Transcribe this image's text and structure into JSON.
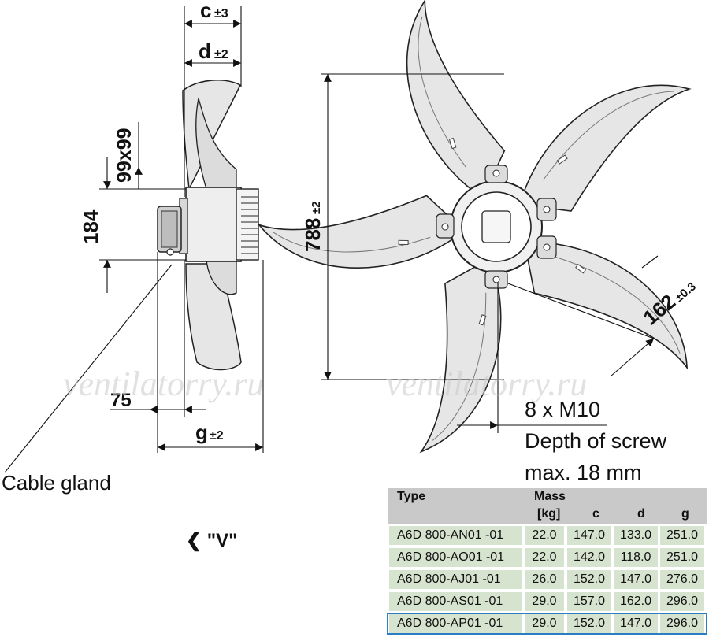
{
  "dimensions": {
    "c": {
      "label": "c",
      "tol": "±3"
    },
    "d": {
      "label": "d",
      "tol": "±2"
    },
    "g": {
      "label": "g",
      "tol": "±2"
    },
    "mount_square": "99x99",
    "hub_height": "184",
    "offset": "75",
    "diameter": {
      "value": "788",
      "tol": "±2"
    },
    "bolt_circle": {
      "value": "162",
      "tol": "±0.3"
    }
  },
  "callouts": {
    "cable_gland": "Cable gland",
    "view": "❮ \"V\"",
    "screws": "8 x M10",
    "screw_depth": "Depth of screw",
    "screw_max": "max. 18 mm"
  },
  "watermark": "ventilatorry.ru",
  "table": {
    "headers": {
      "type": "Type",
      "mass": "Mass",
      "mass_unit": "[kg]",
      "c": "c",
      "d": "d",
      "g": "g"
    },
    "rows": [
      {
        "type": "A6D 800-AN01 -01",
        "mass": "22.0",
        "c": "147.0",
        "d": "133.0",
        "g": "251.0"
      },
      {
        "type": "A6D 800-AO01 -01",
        "mass": "22.0",
        "c": "142.0",
        "d": "118.0",
        "g": "251.0"
      },
      {
        "type": "A6D 800-AJ01 -01",
        "mass": "26.0",
        "c": "152.0",
        "d": "147.0",
        "g": "276.0"
      },
      {
        "type": "A6D 800-AS01 -01",
        "mass": "29.0",
        "c": "157.0",
        "d": "162.0",
        "g": "296.0"
      },
      {
        "type": "A6D 800-AP01 -01",
        "mass": "29.0",
        "c": "152.0",
        "d": "147.0",
        "g": "296.0"
      }
    ],
    "highlighted_row": 4
  },
  "colors": {
    "cell_fill": "#d6e3cf",
    "header_fill": "#c9c9c9",
    "highlight": "#2a7fc4",
    "blade_fill": "#e6e6e6"
  }
}
